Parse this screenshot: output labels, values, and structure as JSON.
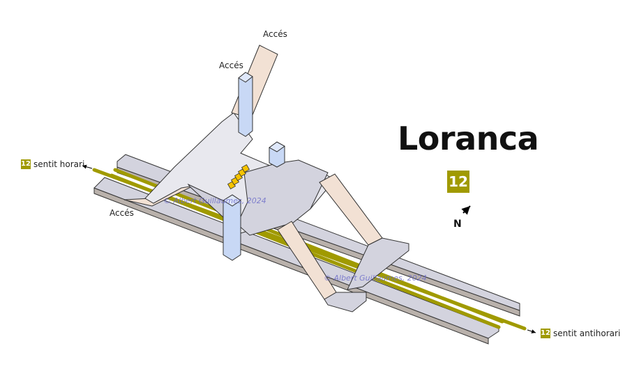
{
  "station": {
    "name": "Loranca",
    "line": "12"
  },
  "colors": {
    "line": "#a09a00",
    "platform_top": "#d3d3de",
    "platform_side": "#c4bcb6",
    "hall": "#e8e8ee",
    "access_ramp": "#f2e1d4",
    "elevator": "#c8d8f5"
  },
  "labels": {
    "access_top_right": "Accés",
    "access_top_left": "Accés",
    "access_left": "Accés"
  },
  "directions": {
    "left": {
      "badge": "12",
      "text": "sentit horari"
    },
    "right": {
      "badge": "12",
      "text": "sentit antihorari"
    }
  },
  "compass": {
    "label": "N"
  },
  "copyright": {
    "text1": "© Albert Guillaumes, 2024",
    "text2": "© Albert Guillaumes, 2024"
  }
}
